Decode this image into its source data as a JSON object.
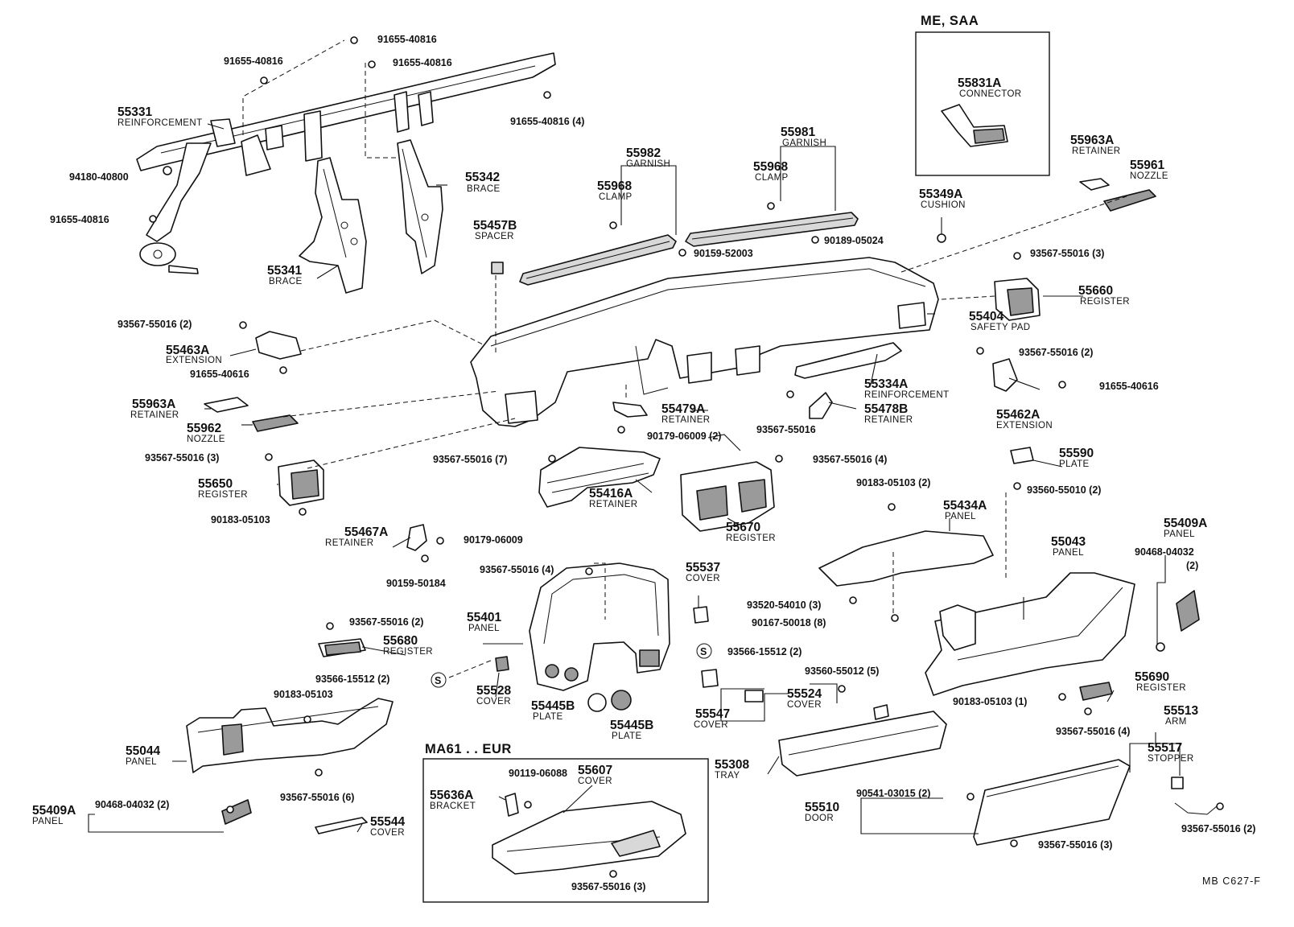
{
  "drawing_code": "MB  C627-F",
  "boxes": {
    "me_saa": "ME, SAA",
    "ma61_eur": "MA61 . . EUR"
  },
  "callouts": {
    "c_91655_40816_a": "91655-40816",
    "c_91655_40816_b": "91655-40816",
    "c_91655_40816_c": "91655-40816",
    "c_91655_40816_4": "91655-40816 (4)",
    "c_91655_40816_d": "91655-40816",
    "c_94180_40800": "94180-40800",
    "c_55331_num": "55331",
    "c_55331_lbl": "REINFORCEMENT",
    "c_55342_num": "55342",
    "c_55342_lbl": "BRACE",
    "c_55341_num": "55341",
    "c_55341_lbl": "BRACE",
    "c_55457b_num": "55457B",
    "c_55457b_lbl": "SPACER",
    "c_55982_num": "55982",
    "c_55982_lbl": "GARNISH",
    "c_55968a_num": "55968",
    "c_55968a_lbl": "CLAMP",
    "c_55981_num": "55981",
    "c_55981_lbl": "GARNISH",
    "c_55968b_num": "55968",
    "c_55968b_lbl": "CLAMP",
    "c_90159_52003": "90159-52003",
    "c_90189_05024": "90189-05024",
    "c_55831a_num": "55831A",
    "c_55831a_lbl": "CONNECTOR",
    "c_55349a_num": "55349A",
    "c_55349a_lbl": "CUSHION",
    "c_55963a_r_num": "55963A",
    "c_55963a_r_lbl": "RETAINER",
    "c_55961_num": "55961",
    "c_55961_lbl": "NOZZLE",
    "c_93567_55016_3_r": "93567-55016 (3)",
    "c_55660_num": "55660",
    "c_55660_lbl": "REGISTER",
    "c_55404_num": "55404",
    "c_55404_lbl": "SAFETY PAD",
    "c_93567_55016_2_l": "93567-55016 (2)",
    "c_55463a_num": "55463A",
    "c_55463a_lbl": "EXTENSION",
    "c_91655_40616_l": "91655-40616",
    "c_55963a_l_num": "55963A",
    "c_55963a_l_lbl": "RETAINER",
    "c_55962_num": "55962",
    "c_55962_lbl": "NOZZLE",
    "c_55479a_num": "55479A",
    "c_55479a_lbl": "RETAINER",
    "c_90179_06009_2": "90179-06009 (2)",
    "c_55334a_num": "55334A",
    "c_55334a_lbl": "REINFORCEMENT",
    "c_93567_55016_mid": "93567-55016",
    "c_55478b_num": "55478B",
    "c_55478b_lbl": "RETAINER",
    "c_93567_55016_2_r": "93567-55016 (2)",
    "c_91655_40616_r": "91655-40616",
    "c_55462a_num": "55462A",
    "c_55462a_lbl": "EXTENSION",
    "c_93567_55016_3_l": "93567-55016 (3)",
    "c_55650_num": "55650",
    "c_55650_lbl": "REGISTER",
    "c_90183_05103_a": "90183-05103",
    "c_93567_55016_7": "93567-55016 (7)",
    "c_55416a_num": "55416A",
    "c_55416a_lbl": "RETAINER",
    "c_93567_55016_4_m": "93567-55016 (4)",
    "c_55670_num": "55670",
    "c_55670_lbl": "REGISTER",
    "c_90183_05103_2": "90183-05103 (2)",
    "c_55434a_num": "55434A",
    "c_55434a_lbl": "PANEL",
    "c_55590_num": "55590",
    "c_55590_lbl": "PLATE",
    "c_93560_55010_2": "93560-55010 (2)",
    "c_55467a_num": "55467A",
    "c_55467a_lbl": "RETAINER",
    "c_90179_06009": "90179-06009",
    "c_90159_50184": "90159-50184",
    "c_93567_55016_4_c": "93567-55016 (4)",
    "c_55537_num": "55537",
    "c_55537_lbl": "COVER",
    "c_55401_num": "55401",
    "c_55401_lbl": "PANEL",
    "c_93566_15512_2_r": "93566-15512 (2)",
    "c_93520_54010_3": "93520-54010 (3)",
    "c_90167_50018_8": "90167-50018 (8)",
    "c_55043_num": "55043",
    "c_55043_lbl": "PANEL",
    "c_55409a_r_num": "55409A",
    "c_55409a_r_lbl": "PANEL",
    "c_90468_04032_r": "90468-04032",
    "c_90468_04032_r2": "(2)",
    "c_93567_55016_2_c": "93567-55016 (2)",
    "c_55680_num": "55680",
    "c_55680_lbl": "REGISTER",
    "c_93566_15512_2_l": "93566-15512 (2)",
    "c_s_symbol": "S",
    "c_55528_num": "55528",
    "c_55528_lbl": "COVER",
    "c_90183_05103_b": "90183-05103",
    "c_55445b_a_num": "55445B",
    "c_55445b_a_lbl": "PLATE",
    "c_55445b_b_num": "55445B",
    "c_55445b_b_lbl": "PLATE",
    "c_93560_55012_5": "93560-55012 (5)",
    "c_55524_num": "55524",
    "c_55524_lbl": "COVER",
    "c_55547_num": "55547",
    "c_55547_lbl": "COVER",
    "c_90183_05103_1": "90183-05103 (1)",
    "c_55690_num": "55690",
    "c_55690_lbl": "REGISTER",
    "c_93567_55016_4_r": "93567-55016 (4)",
    "c_55513_num": "55513",
    "c_55513_lbl": "ARM",
    "c_55517_num": "55517",
    "c_55517_lbl": "STOPPER",
    "c_55044_num": "55044",
    "c_55044_lbl": "PANEL",
    "c_93567_55016_6": "93567-55016 (6)",
    "c_55409a_l_num": "55409A",
    "c_55409a_l_lbl": "PANEL",
    "c_90468_04032_2_l": "90468-04032 (2)",
    "c_55544_num": "55544",
    "c_55544_lbl": "COVER",
    "c_90119_06088": "90119-06088",
    "c_55607_num": "55607",
    "c_55607_lbl": "COVER",
    "c_55636a_num": "55636A",
    "c_55636a_lbl": "BRACKET",
    "c_93567_55016_3_b": "93567-55016 (3)",
    "c_55308_num": "55308",
    "c_55308_lbl": "TRAY",
    "c_90541_03015_2": "90541-03015 (2)",
    "c_55510_num": "55510",
    "c_55510_lbl": "DOOR",
    "c_93567_55016_3_d": "93567-55016 (3)",
    "c_93567_55016_2_rr": "93567-55016 (2)"
  }
}
